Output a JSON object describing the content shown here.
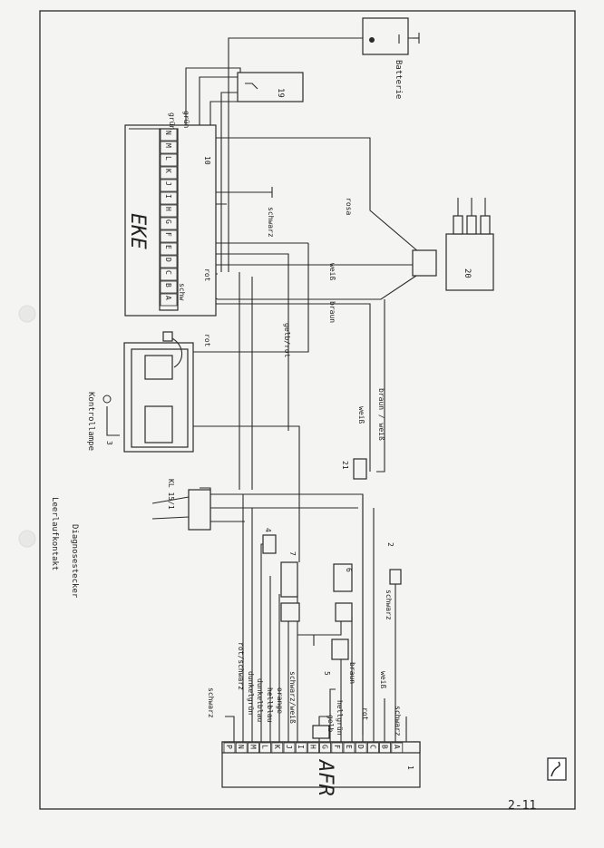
{
  "page_number": "2-11",
  "components": {
    "eke": {
      "label": "EKE",
      "ref": "10",
      "pins": [
        "A",
        "B",
        "C",
        "D",
        "E",
        "F",
        "G",
        "H",
        "I",
        "J",
        "K",
        "L",
        "M",
        "N"
      ]
    },
    "afr": {
      "label": "AFR",
      "ref": "1",
      "pins": [
        "A",
        "B",
        "C",
        "D",
        "E",
        "F",
        "G",
        "H",
        "I",
        "J",
        "K",
        "L",
        "M",
        "N",
        "P"
      ]
    },
    "batterie": {
      "label": "Batterie"
    },
    "relay_19": {
      "ref": "19"
    },
    "coil_20": {
      "ref": "20"
    },
    "ref_21": {
      "ref": "21"
    },
    "ref_2": {
      "ref": "2"
    },
    "ref_3": {
      "ref": "3"
    },
    "ref_4": {
      "ref": "4"
    },
    "ref_5": {
      "ref": "5"
    },
    "ref_6": {
      "ref": "6"
    },
    "ref_7": {
      "ref": "7"
    }
  },
  "connector": {
    "kontrollampe": "Kontrollampe",
    "kl15": "KL 15/1",
    "leerlaufkontakt": "Leerlaufkontakt",
    "diagnosestecker": "Diagnosestecker"
  },
  "wires": {
    "gruen_1": "grün",
    "gruen_2": "grün",
    "schwarz_eke": "schwarz",
    "rosa": "rosa",
    "rot_eke": "rot",
    "weiss_eke": "weiß",
    "braun_eke": "braun",
    "schw": "schw",
    "rot_main": "rot",
    "gelb_rot": "gelb/rot",
    "weiss_mid": "weiß",
    "braun_weiss": "braun / weiß",
    "schwarz_afr": "schwarz",
    "rot_schwarz": "rot/schwarz",
    "dunkelgruen": "dunkelgrün",
    "dunkelblau": "dunkelblau",
    "hellblau": "hellblau",
    "orange": "orange",
    "schwarz_weiss": "schwarz/weiß",
    "gelb": "gelb",
    "hellgruen": "hellgrün",
    "braun_afr": "braun",
    "rot_afr": "rot",
    "weiss_afr": "weiß",
    "schwarz_a": "schwarz",
    "schwarz_2": "schwarz"
  }
}
